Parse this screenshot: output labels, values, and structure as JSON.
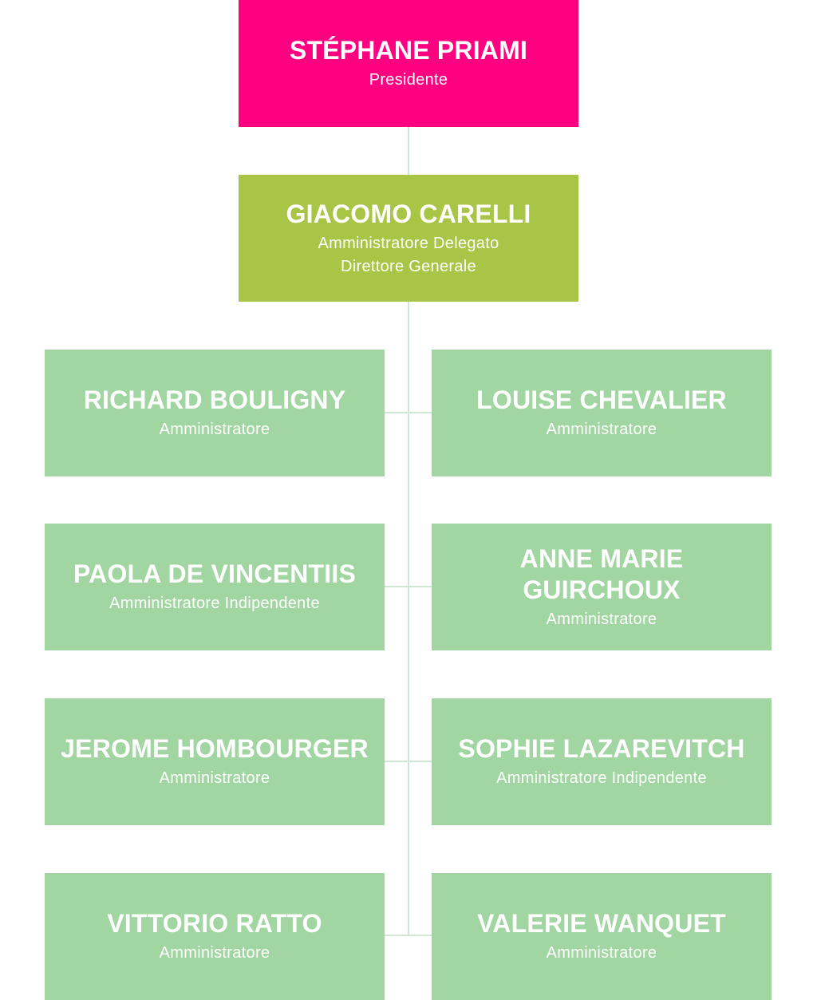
{
  "president": {
    "name": "STÉPHANE PRIAMI",
    "role": "Presidente",
    "color": "#ff0080"
  },
  "ceo": {
    "name": "GIACOMO CARELLI",
    "role_1": "Amministratore Delegato",
    "role_2": "Direttore Generale",
    "color": "#a9c546"
  },
  "board": {
    "color": "#a1d6a2",
    "members": [
      {
        "name": "RICHARD BOULIGNY",
        "role": "Amministratore"
      },
      {
        "name": "LOUISE CHEVALIER",
        "role": "Amministratore"
      },
      {
        "name": "PAOLA DE VINCENTIIS",
        "role": "Amministratore Indipendente"
      },
      {
        "name": "ANNE MARIE GUIRCHOUX",
        "role": "Amministratore"
      },
      {
        "name": "JEROME HOMBOURGER",
        "role": "Amministratore"
      },
      {
        "name": "SOPHIE LAZAREVITCH",
        "role": "Amministratore Indipendente"
      },
      {
        "name": "VITTORIO RATTO",
        "role": "Amministratore"
      },
      {
        "name": "VALERIE WANQUET",
        "role": "Amministratore"
      }
    ]
  }
}
